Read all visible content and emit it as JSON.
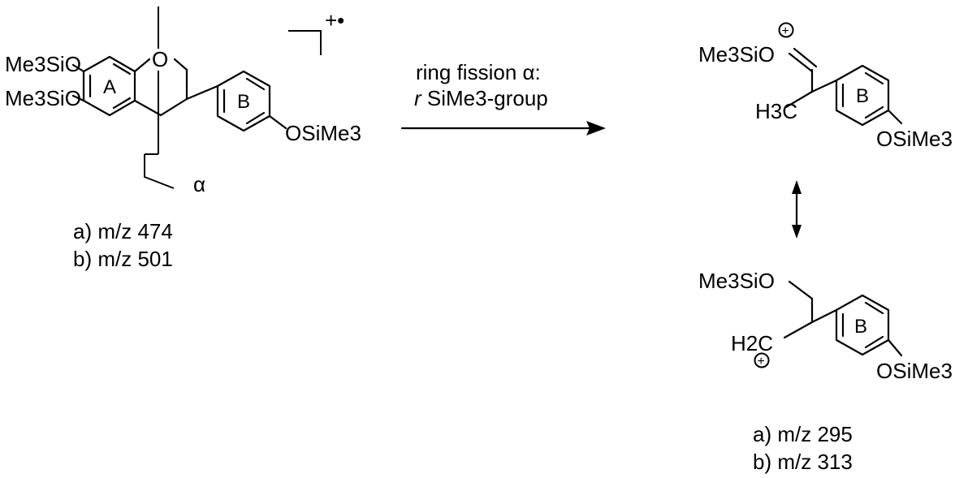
{
  "colors": {
    "ink": "#000000",
    "background": "#ffffff"
  },
  "reactant": {
    "label_top_osi": "Me3SiO",
    "label_bottom_osi": "Me3SiO",
    "ring_o": "O",
    "ring_a": "A",
    "ring_b": "B",
    "para_group": "OSiMe3",
    "charge": "+•",
    "fission_symbol": "α",
    "mass_a": "a) m/z 474",
    "mass_b": "b) m/z 501"
  },
  "reaction_arrow": {
    "line1": "ring fission α:",
    "line2_prefix": "r",
    "line2_rest": " SiMe3-group"
  },
  "product_oxonium": {
    "silyl_group": "Me3SiO",
    "plus_symbol": "+",
    "methyl": "H3C",
    "ring_b": "B",
    "para_group": "OSiMe3"
  },
  "resonance_arrow": {
    "symbol": "↔"
  },
  "product_carbocation": {
    "silyl_group": "Me3SiO",
    "methylene": "H2C",
    "plus_symbol": "+",
    "ring_b": "B",
    "para_group": "OSiMe3"
  },
  "product_masses": {
    "mass_a": "a) m/z 295",
    "mass_b": "b) m/z 313"
  }
}
